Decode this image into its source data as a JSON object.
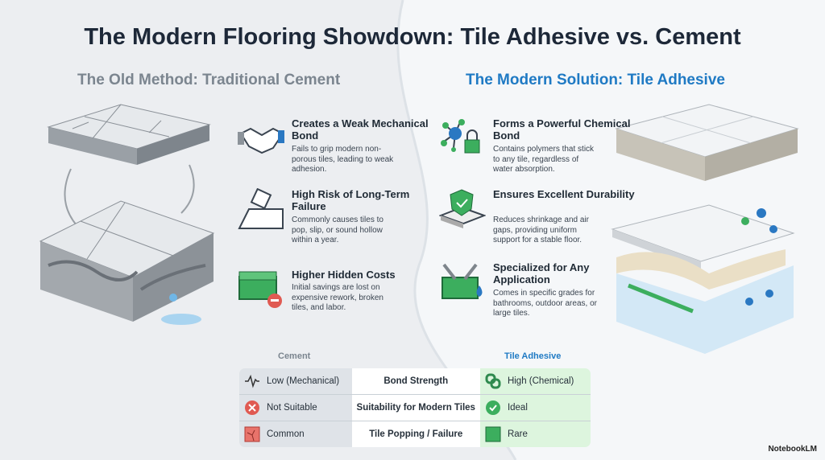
{
  "title": "The Modern Flooring Showdown: Tile Adhesive vs. Cement",
  "left": {
    "subtitle": "The Old Method: Traditional Cement",
    "features": [
      {
        "icon": "handshake-icon",
        "heading": "Creates a Weak Mechanical Bond",
        "desc": "Fails to grip modern non-porous tiles, leading to weak adhesion."
      },
      {
        "icon": "popping-tile-icon",
        "heading": "High Risk of Long-Term Failure",
        "desc": "Commonly causes tiles to pop, slip, or sound hollow within a year."
      },
      {
        "icon": "money-stack-icon",
        "heading": "Higher Hidden Costs",
        "desc": "Initial savings are lost on expensive rework, broken tiles, and labor."
      }
    ]
  },
  "right": {
    "subtitle": "The Modern Solution: Tile Adhesive",
    "features": [
      {
        "icon": "molecule-lock-icon",
        "heading": "Forms a Powerful Chemical Bond",
        "desc": "Contains polymers that stick to any tile, regardless of water absorption."
      },
      {
        "icon": "shield-tile-icon",
        "heading": "Ensures Excellent Durability",
        "desc": "Reduces shrinkage and air gaps, providing uniform support for a stable floor."
      },
      {
        "icon": "toolbox-icon",
        "heading": "Specialized for Any Application",
        "desc": "Comes in specific grades for bathrooms, outdoor areas, or large tiles."
      }
    ]
  },
  "table": {
    "head_left": "Cement",
    "head_right": "Tile Adhesive",
    "rows": [
      {
        "left": "Low (Mechanical)",
        "mid": "Bond Strength",
        "right": "High (Chemical)"
      },
      {
        "left": "Not Suitable",
        "mid": "Suitability for Modern Tiles",
        "right": "Ideal"
      },
      {
        "left": "Common",
        "mid": "Tile Popping / Failure",
        "right": "Rare"
      }
    ]
  },
  "colors": {
    "accent_blue": "#1f7ac4",
    "green": "#3cae5e",
    "red": "#e05a52"
  },
  "logo": "NotebookLM"
}
